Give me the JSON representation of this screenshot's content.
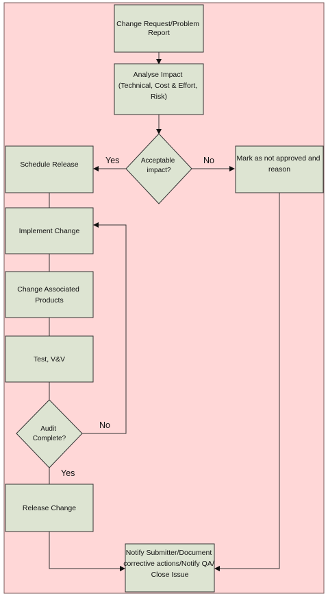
{
  "colors": {
    "page_bg": "#ffd7d7",
    "node_fill": "#dde4d2",
    "line": "#333333"
  },
  "nodes": {
    "change_request": [
      "Change Request/Problem",
      "Report"
    ],
    "analyse_impact": [
      "Analyse Impact",
      "(Technical, Cost & Effort,",
      "Risk)"
    ],
    "acceptable_impact": [
      "Acceptable",
      "impact?"
    ],
    "schedule_release": [
      "Schedule Release"
    ],
    "mark_not_approved": [
      "Mark as not approved and",
      "reason"
    ],
    "implement_change": [
      "Implement Change"
    ],
    "change_associated": [
      "Change Associated",
      "Products"
    ],
    "test_vv": [
      "Test, V&V"
    ],
    "audit_complete": [
      "Audit",
      "Complete?"
    ],
    "release_change": [
      "Release Change"
    ],
    "notify_close": [
      "Notify Submitter/Document",
      "corrective actions/Notify QA/",
      "Close Issue"
    ]
  },
  "edge_labels": {
    "yes_schedule": "Yes",
    "no_mark": "No",
    "no_audit": "No",
    "yes_release": "Yes"
  }
}
